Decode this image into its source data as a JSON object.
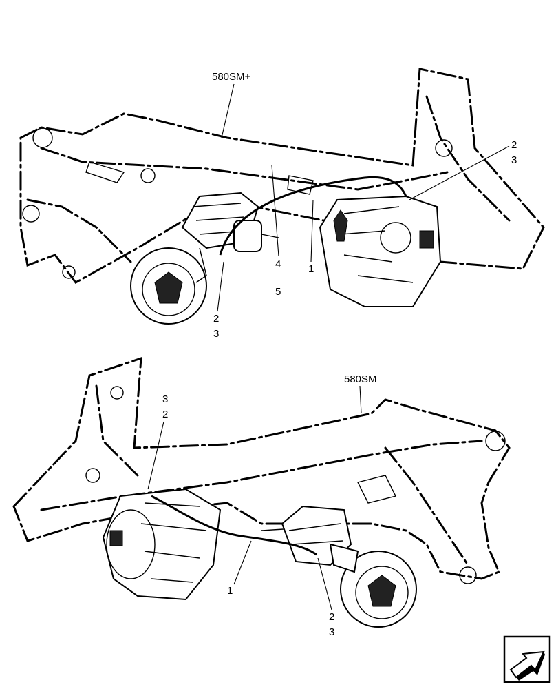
{
  "views": [
    {
      "variant_label": "580SM+",
      "callouts": [
        "2",
        "3",
        "4",
        "5",
        "1",
        "2",
        "3"
      ]
    },
    {
      "variant_label": "580SM",
      "callouts": [
        "3",
        "2",
        "1",
        "2",
        "3"
      ]
    }
  ],
  "nav_icon": "arrow-icon"
}
